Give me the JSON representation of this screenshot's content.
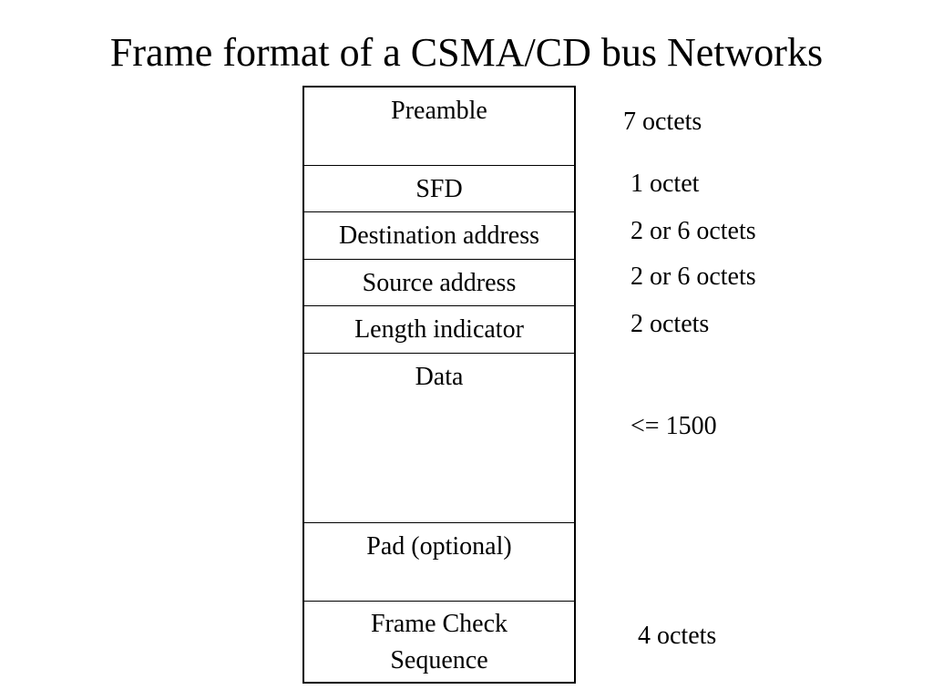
{
  "title": "Frame format of a CSMA/CD bus Networks",
  "fields": [
    {
      "name": "Preamble",
      "size": "7 octets"
    },
    {
      "name": "SFD",
      "size": "1 octet"
    },
    {
      "name": "Destination address",
      "size": "2 or 6 octets"
    },
    {
      "name": "Source address",
      "size": "2 or 6 octets"
    },
    {
      "name": "Length indicator",
      "size": "2 octets"
    },
    {
      "name": "Data",
      "size": "<= 1500"
    },
    {
      "name": "Pad (optional)",
      "size": ""
    },
    {
      "name_line1": "Frame Check",
      "name_line2": "Sequence",
      "size": "4 octets"
    }
  ]
}
